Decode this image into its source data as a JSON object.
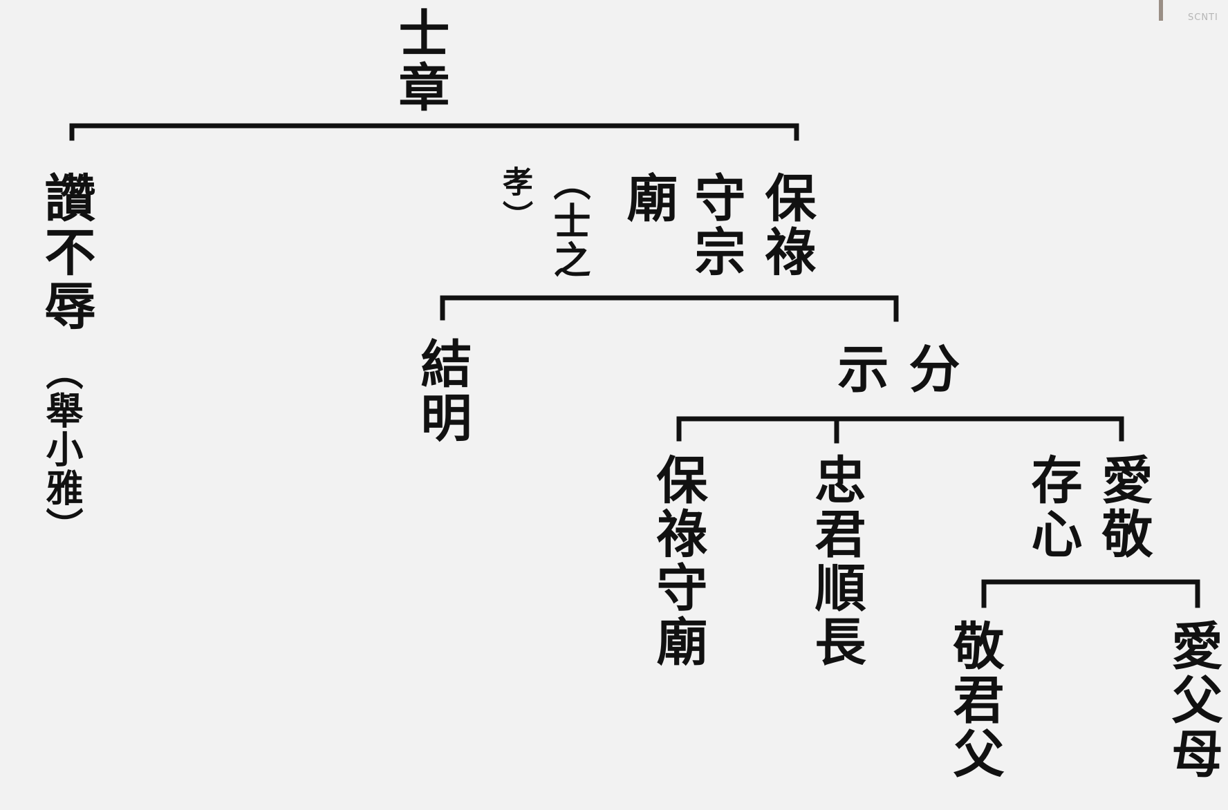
{
  "root": "士章",
  "branch_left": {
    "title": "讚不辱",
    "note": "（舉小雅）"
  },
  "branch_right": {
    "title_col1": "保祿",
    "title_col2": "守宗",
    "title_col3": "廟",
    "note_col1": "（士之",
    "note_col2": "孝）"
  },
  "level2": {
    "left": "結明",
    "right_col1": "分",
    "right_col2": "示"
  },
  "level3": [
    "保祿守廟",
    "忠君順長"
  ],
  "level3_right": {
    "col1": "愛敬",
    "col2": "存心"
  },
  "level4": {
    "left": "敬君父",
    "right": "愛父母"
  },
  "corner_text": "SCNTI",
  "colors": {
    "background": "#f2f2f2",
    "ink": "#111111"
  }
}
